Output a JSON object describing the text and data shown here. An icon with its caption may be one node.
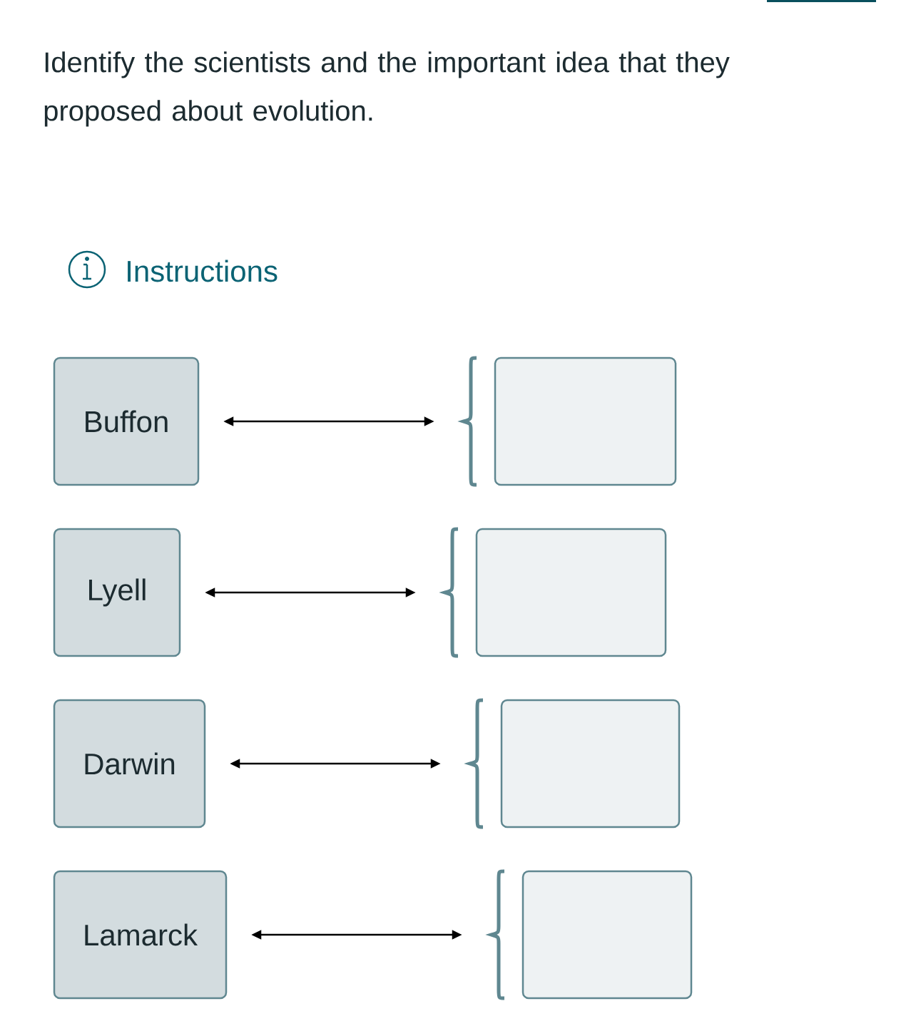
{
  "diagram": {
    "title": "Identify the scientists and the important idea that they proposed about evolution.",
    "nodes": [
      {
        "text": [
          "Buffon"
        ]
      },
      {
        "text": [],
        "shape": "box"
      },
      {
        "text": [
          "Lyell"
        ]
      },
      {
        "text": [],
        "shape": "box"
      },
      {
        "text": [
          "Darwin"
        ]
      },
      {
        "text": [],
        "shape": "box"
      },
      {
        "text": [
          "Lamarck"
        ]
      },
      {
        "text": [],
        "shape": "box"
      }
    ],
    "edges": [
      {
        "from": 0,
        "to": 1,
        "arrow": "both"
      },
      {
        "from": 2,
        "to": 3,
        "arrow": "both"
      },
      {
        "from": 4,
        "to": 5,
        "arrow": "both"
      },
      {
        "from": 6,
        "to": 7,
        "arrow": "both"
      }
    ],
    "labels": [
      "Instructions"
    ]
  }
}
